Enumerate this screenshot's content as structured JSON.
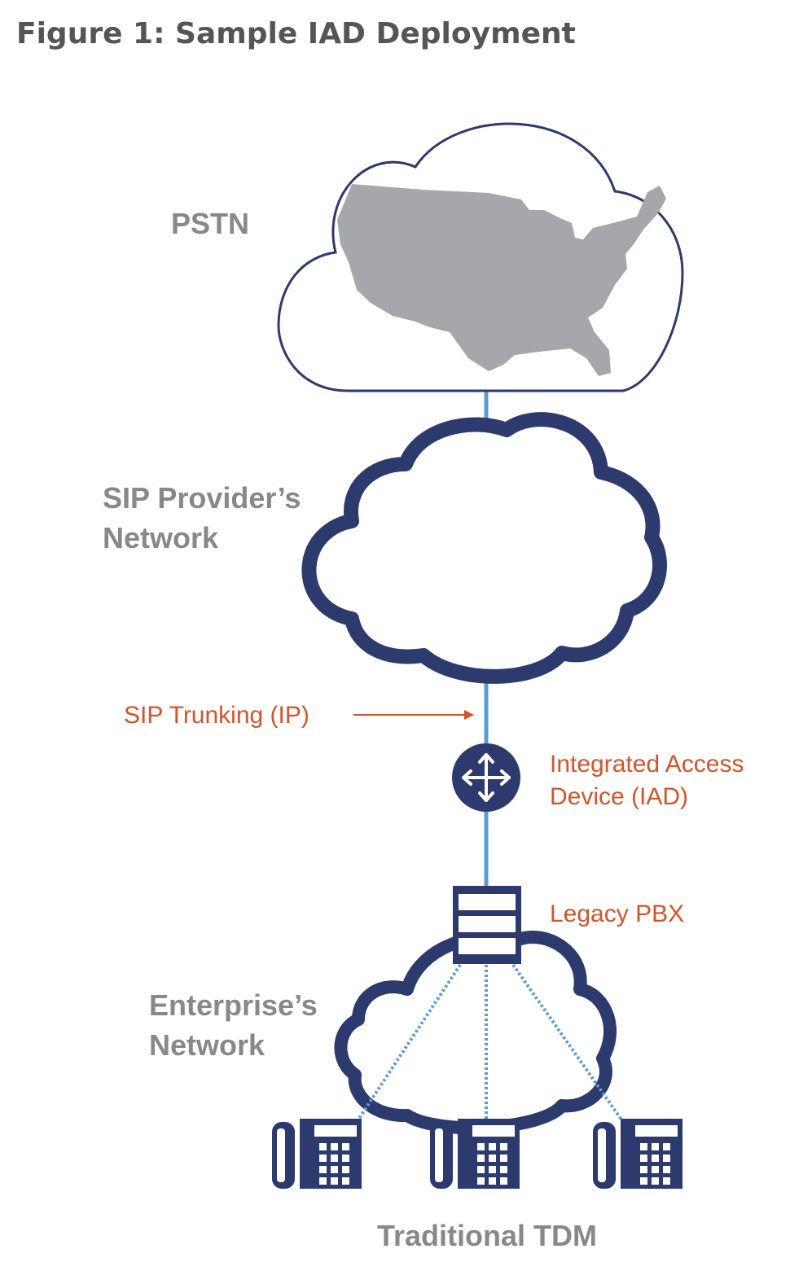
{
  "figure": {
    "title": "Figure 1: Sample IAD Deployment"
  },
  "nodes": {
    "pstn": {
      "label": "PSTN"
    },
    "sip_provider": {
      "label_line1": "SIP Provider’s",
      "label_line2": "Network"
    },
    "sip_trunking": {
      "label": "SIP Trunking (IP)"
    },
    "iad": {
      "label_line1": "Integrated Access",
      "label_line2": "Device (IAD)"
    },
    "legacy_pbx": {
      "label": "Legacy PBX"
    },
    "enterprise": {
      "label_line1": "Enterprise’s",
      "label_line2": "Network"
    },
    "phones": {
      "label": "Traditional TDM",
      "count": 3
    }
  },
  "colors": {
    "title": "#555555",
    "gray_label": "#888888",
    "orange_label": "#d4542a",
    "navy": "#2d3a6e",
    "link_blue": "#5b9bd5",
    "map_gray": "#a6a7aa"
  }
}
